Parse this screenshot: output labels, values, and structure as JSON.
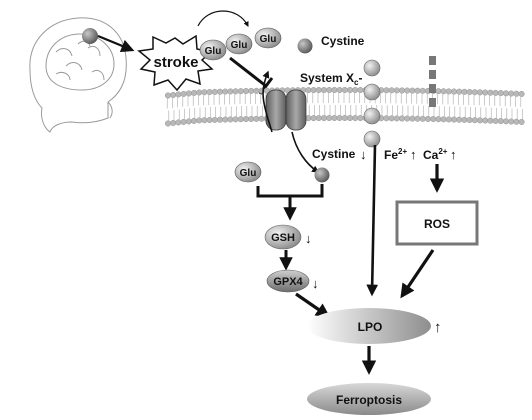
{
  "labels": {
    "stroke": "stroke",
    "glu": "Glu",
    "cystine": "Cystine",
    "system_xc_main": "System X",
    "system_xc_sub": "c",
    "system_xc_sup": "-",
    "fe": "Fe",
    "fe_sup": "2+",
    "ca": "Ca",
    "ca_sup": "2+",
    "gsh": "GSH",
    "gpx4": "GPX4",
    "ros": "ROS",
    "lpo": "LPO",
    "ferroptosis": "Ferroptosis"
  },
  "indicators": {
    "down": "↓",
    "up": "↑"
  },
  "colors": {
    "membrane_head": "#b8b8b8",
    "channel_gray": "#8c8c8c",
    "stroke_black": "#111111"
  }
}
